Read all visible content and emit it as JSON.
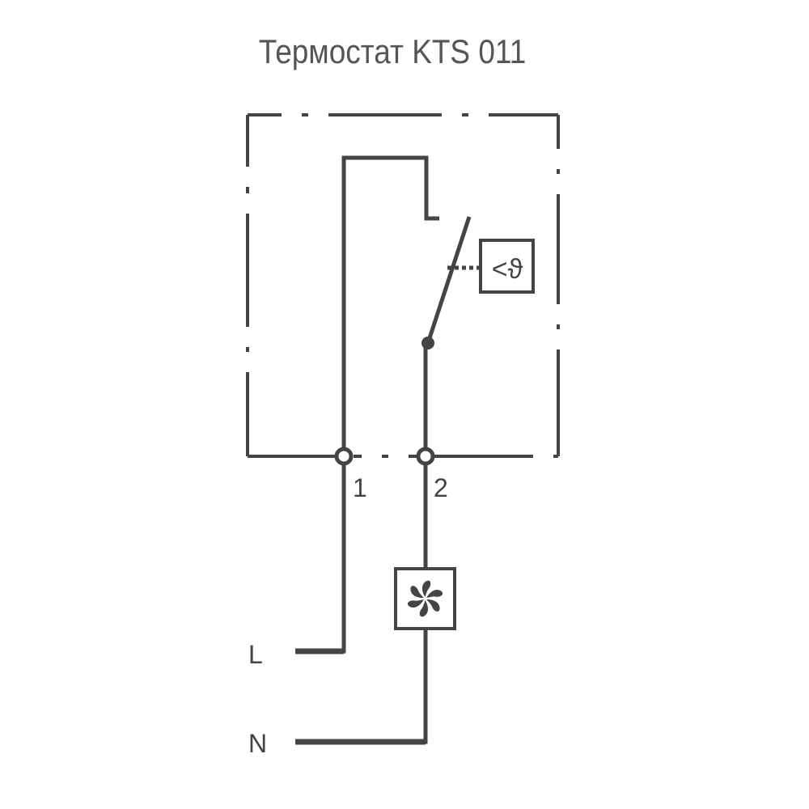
{
  "title": "Термостат KTS 011",
  "terminals": [
    {
      "label": "1"
    },
    {
      "label": "2"
    }
  ],
  "lines": [
    {
      "label": "L"
    },
    {
      "label": "N"
    }
  ],
  "sensor_symbol": "<ϑ",
  "icons": [
    "fan-icon"
  ],
  "colors": {
    "line": "#444444",
    "text": "#555555"
  }
}
